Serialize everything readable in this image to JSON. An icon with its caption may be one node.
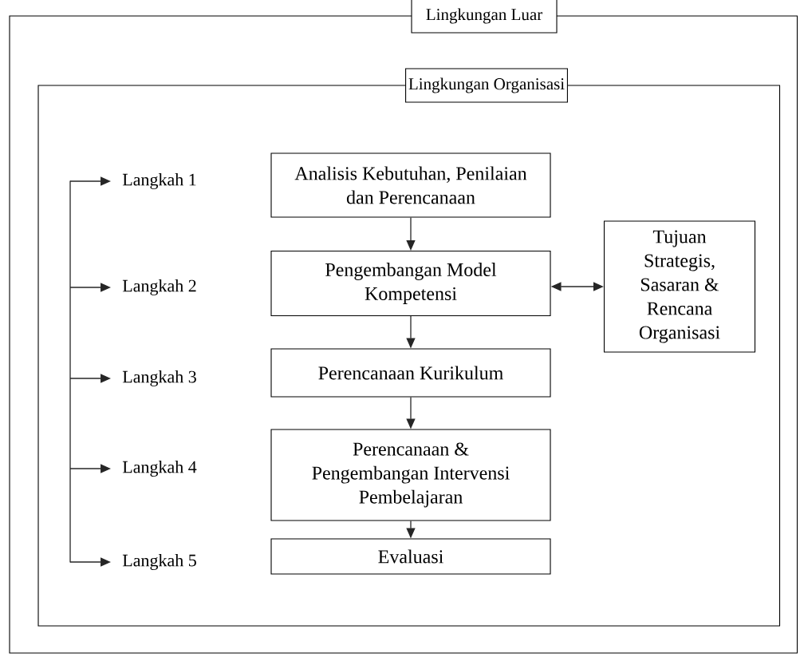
{
  "diagram": {
    "nodes": [
      {
        "text": [
          "Lingkungan Luar"
        ]
      },
      {
        "text": [
          "Lingkungan Organisasi"
        ],
        "in": 0
      },
      {
        "text": [
          "Analisis Kebutuhan, Penilaian dan Perencanaan"
        ],
        "in": 1
      },
      {
        "text": [
          "Pengembangan Model Kompetensi"
        ],
        "in": 1
      },
      {
        "text": [
          "Perencanaan Kurikulum"
        ],
        "in": 1
      },
      {
        "text": [
          "Perencanaan & Pengembangan Intervensi Pembelajaran"
        ],
        "in": 1
      },
      {
        "text": [
          "Evaluasi"
        ],
        "in": 1
      },
      {
        "text": [
          "Tujuan Strategis, Sasaran & Rencana Organisasi"
        ],
        "in": 1
      },
      {
        "text": [
          "Langkah 1"
        ],
        "in": 1
      },
      {
        "text": [
          "Langkah 2"
        ],
        "in": 1
      },
      {
        "text": [
          "Langkah 3"
        ],
        "in": 1
      },
      {
        "text": [
          "Langkah 4"
        ],
        "in": 1
      },
      {
        "text": [
          "Langkah 5"
        ],
        "in": 1
      }
    ],
    "edges": [
      {
        "from": 2,
        "to": 3,
        "arrow": "to"
      },
      {
        "from": 3,
        "to": 4,
        "arrow": "to"
      },
      {
        "from": 4,
        "to": 5,
        "arrow": "to"
      },
      {
        "from": 5,
        "to": 6,
        "arrow": "to"
      },
      {
        "from": 7,
        "to": 3,
        "arrow": "both"
      },
      {
        "from": null,
        "to": 8,
        "arrow": "to"
      },
      {
        "from": null,
        "to": 9,
        "arrow": "to"
      },
      {
        "from": null,
        "to": 10,
        "arrow": "to"
      },
      {
        "from": null,
        "to": 11,
        "arrow": "to"
      },
      {
        "from": null,
        "to": 12,
        "arrow": "to"
      }
    ]
  }
}
